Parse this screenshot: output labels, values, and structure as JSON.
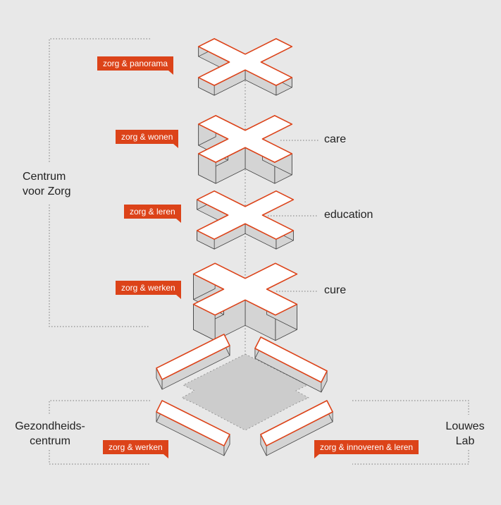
{
  "floors": {
    "zorg_panorama": "zorg & panorama",
    "zorg_wonen": "zorg & wonen",
    "zorg_leren": "zorg & leren",
    "zorg_werken_upper": "zorg & werken",
    "zorg_werken_lower": "zorg & werken",
    "zorg_innoveren_leren": "zorg & innoveren & leren"
  },
  "themes": {
    "care": "care",
    "education": "education",
    "cure": "cure"
  },
  "groups": {
    "centrum_line1": "Centrum",
    "centrum_line2": "voor Zorg",
    "gezondheids_line1": "Gezondheids-",
    "gezondheids_line2": "centrum",
    "louwes_line1": "Louwes",
    "louwes_line2": "Lab"
  },
  "colors": {
    "accent": "#dc4319",
    "background": "#e8e8e8",
    "block_top": "#ffffff",
    "block_side": "#d4d4d4",
    "ground_plane": "#cccccc"
  }
}
